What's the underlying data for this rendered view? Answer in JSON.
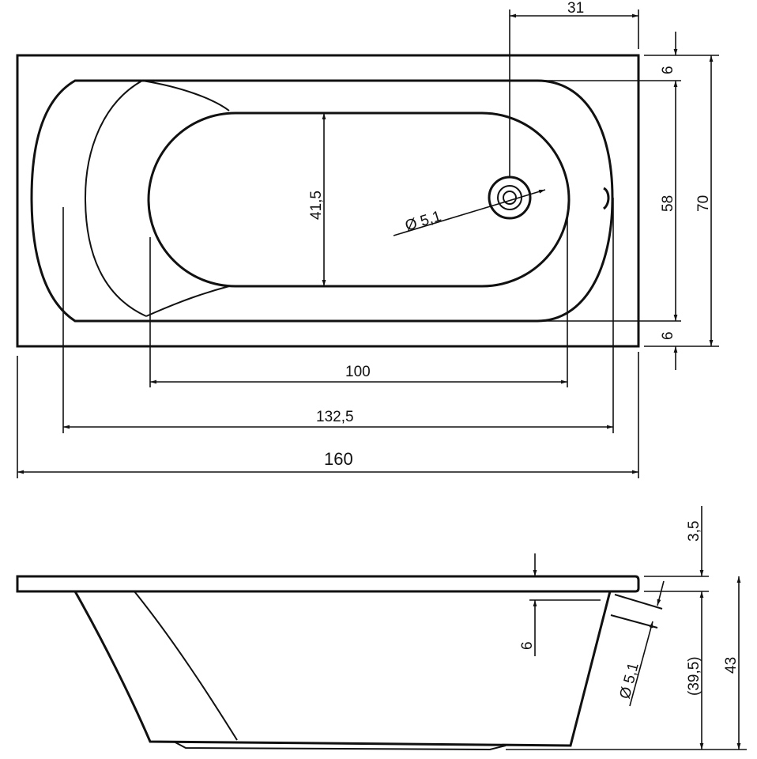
{
  "top_view": {
    "dim_drain_offset": "31",
    "dim_rim_top": "6",
    "dim_inner_width": "58",
    "dim_total_width": "70",
    "dim_rim_bottom": "6",
    "dim_floor_width": "41,5",
    "dim_drain_diameter": "Ø 5,1",
    "dim_floor_length": "100",
    "dim_inner_length": "132,5",
    "dim_total_length": "160"
  },
  "side_view": {
    "dim_rim_thickness": "3,5",
    "dim_overflow_offset": "6",
    "dim_overflow_diameter": "Ø 5,1",
    "dim_inner_depth": "(39,5)",
    "dim_total_height": "43"
  }
}
